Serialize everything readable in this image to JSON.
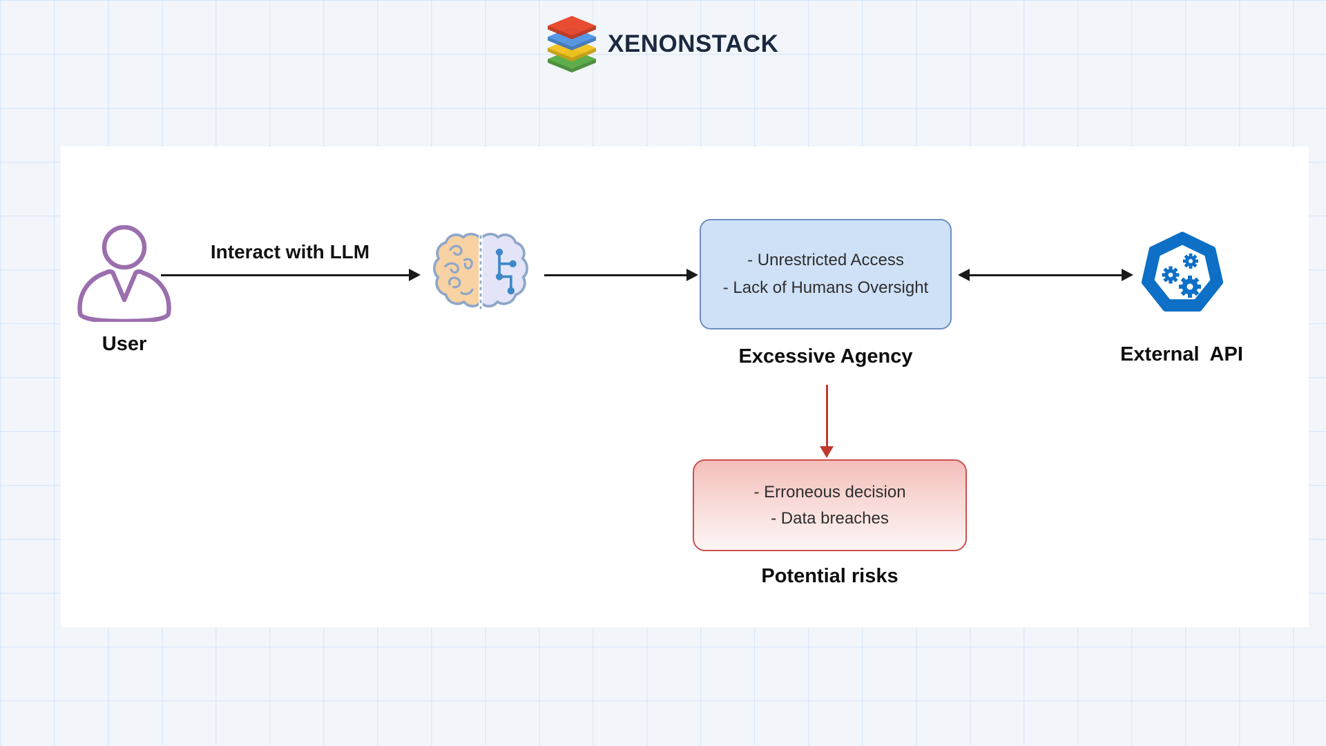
{
  "brand": {
    "name": "XENONSTACK",
    "text_color": "#1c2940",
    "logo_layer_colors": [
      "#e8472b",
      "#4f93e8",
      "#f2c21c",
      "#57aa42"
    ]
  },
  "nodes": {
    "user": {
      "label": "User",
      "icon": "person-outline-icon",
      "icon_color": "#9b6fae"
    },
    "llm": {
      "icon": "ai-brain-icon"
    },
    "excessive_agency": {
      "items": [
        "- Unrestricted Access",
        "- Lack of Humans Oversight"
      ],
      "caption": "Excessive Agency",
      "fill": "#cfe1f7",
      "border": "#6d8fc0"
    },
    "external_api": {
      "caption": "External  API",
      "icon": "api-heptagon-gears-icon",
      "icon_color": "#0d6fc6"
    },
    "potential_risks": {
      "items": [
        "- Erroneous decision",
        "- Data breaches"
      ],
      "caption": "Potential risks",
      "border": "#c9504d"
    }
  },
  "edges": {
    "user_to_llm": {
      "label": "Interact with LLM",
      "color": "#1a1a1a"
    },
    "llm_to_agency": {
      "color": "#1a1a1a"
    },
    "agency_api_bidirectional": {
      "color": "#1a1a1a"
    },
    "agency_to_risks": {
      "color": "#c13a32"
    }
  }
}
